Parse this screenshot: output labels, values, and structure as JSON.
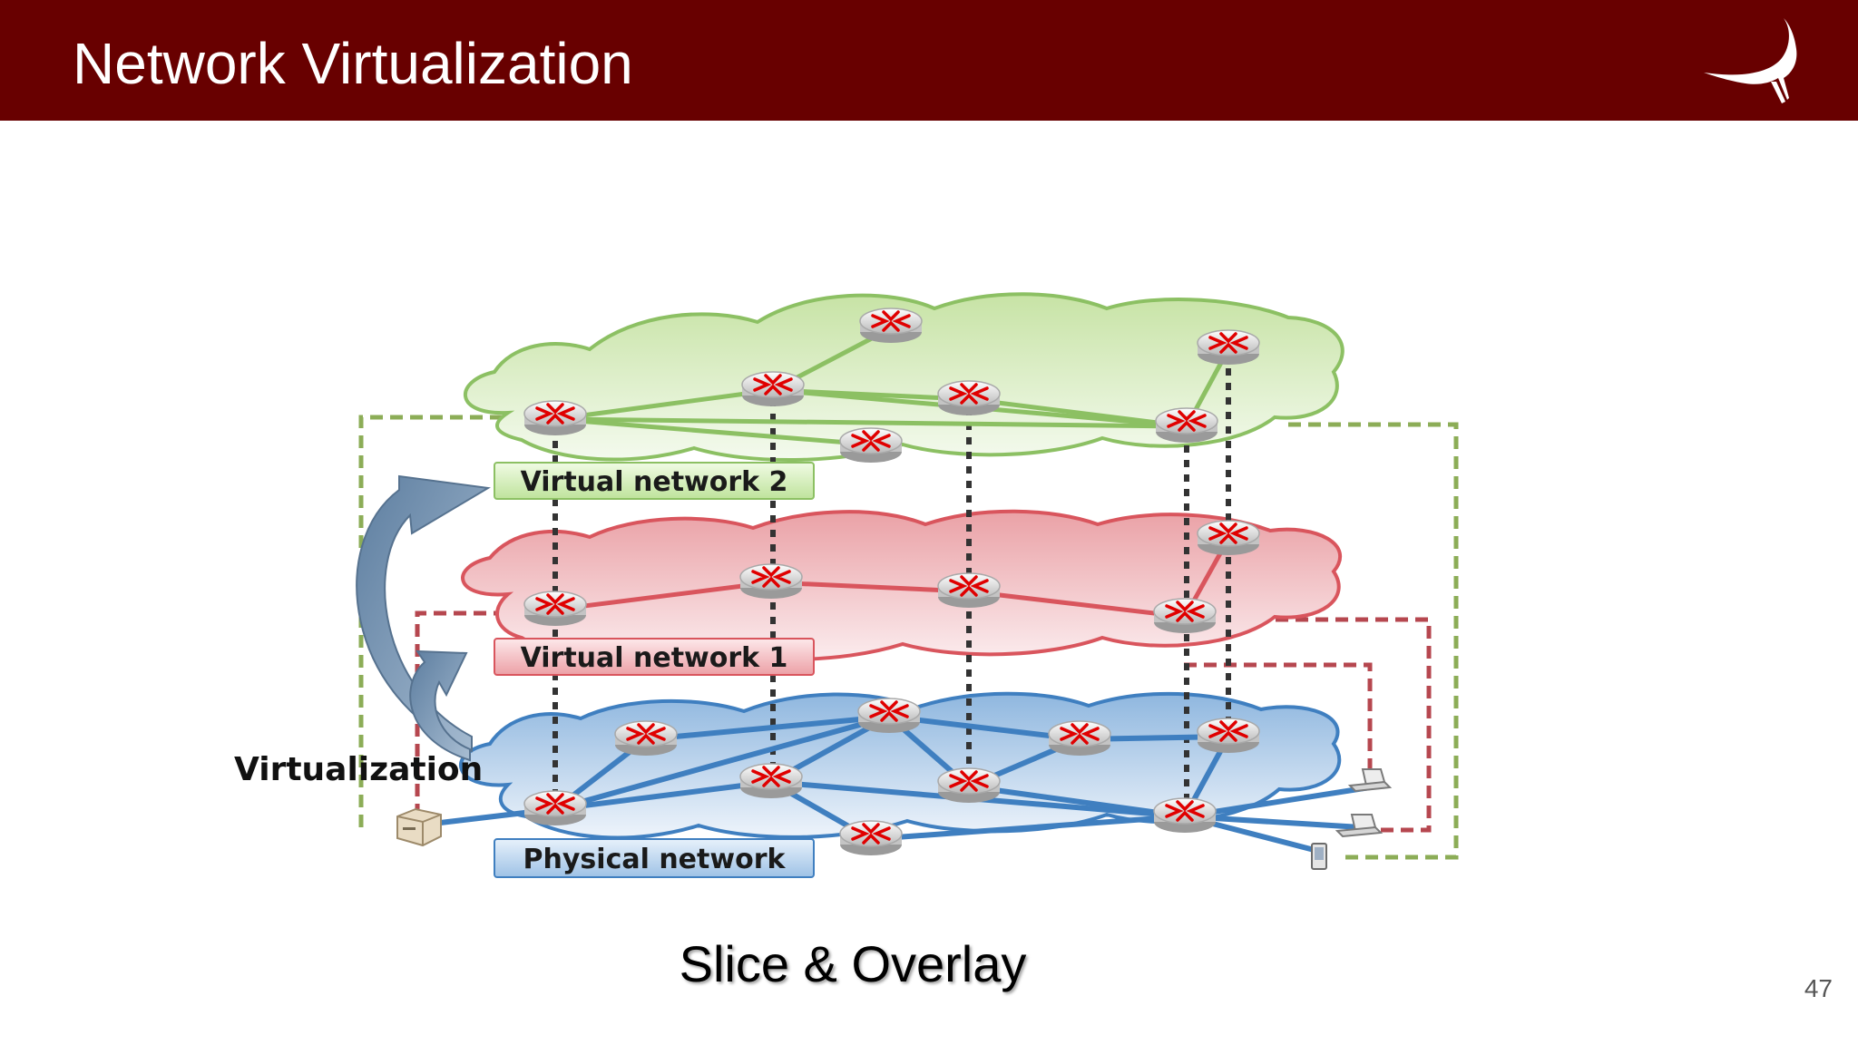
{
  "slide": {
    "title": "Network Virtualization",
    "caption": "Slice & Overlay",
    "page_number": "47"
  },
  "diagram": {
    "labels": {
      "virtual_network_2": "Virtual network 2",
      "virtual_network_1": "Virtual network 1",
      "physical_network": "Physical network",
      "virtualization": "Virtualization"
    },
    "icons": [
      "router-icon",
      "server-icon",
      "laptop-icon",
      "phone-icon",
      "virtualization-arrow-icon",
      "bird-logo-icon"
    ],
    "colors": {
      "header": "#680000",
      "virtual_network_2": "#8cc063",
      "virtual_network_1": "#d9555d",
      "physical_network": "#3f7fc0",
      "router_arrows": "#e00000"
    }
  }
}
